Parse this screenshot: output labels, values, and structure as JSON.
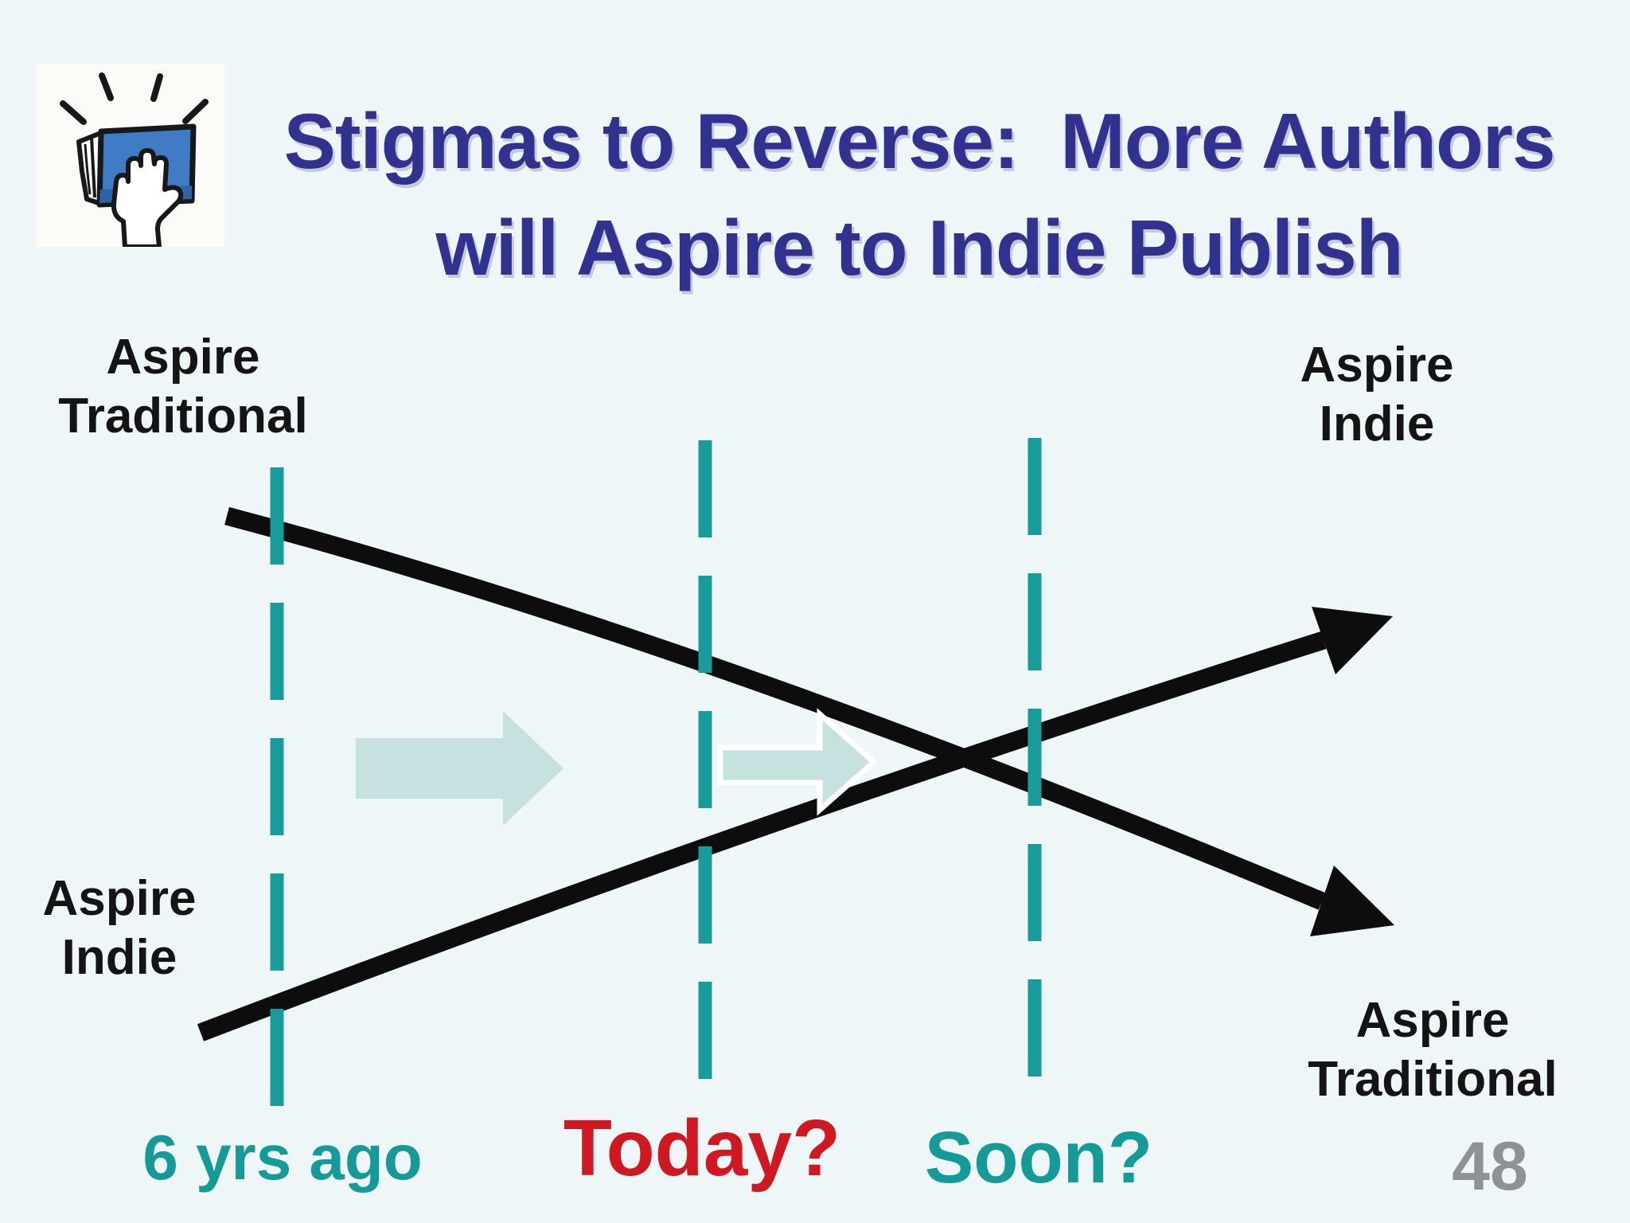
{
  "slide": {
    "title_line1": "Stigmas to Reverse:  More Authors",
    "title_line2": "will Aspire to Indie Publish",
    "page_number": "48"
  },
  "icon": {
    "name": "book-slam-clipart"
  },
  "diagram": {
    "corner_labels": {
      "top_left_line1": "Aspire",
      "top_left_line2": "Traditional",
      "top_right_line1": "Aspire",
      "top_right_line2": "Indie",
      "bottom_left_line1": "Aspire",
      "bottom_left_line2": "Indie",
      "bottom_right_line1": "Aspire",
      "bottom_right_line2": "Traditional"
    },
    "timeline": [
      {
        "label": "6 yrs ago",
        "color": "#149B97"
      },
      {
        "label": "Today?",
        "color": "#D01820"
      },
      {
        "label": "Soon?",
        "color": "#149B97"
      }
    ],
    "trends": [
      {
        "name": "aspire-traditional",
        "direction": "declining-left-to-right"
      },
      {
        "name": "aspire-indie",
        "direction": "rising-left-to-right"
      }
    ],
    "colors": {
      "background": "#EFF6F8",
      "dashed_line_teal": "#189B9B",
      "trend_line_black": "#0D0D0D",
      "block_arrow_fill": "#C6E2E0",
      "title_indigo": "#31318F",
      "label_black": "#141414",
      "today_red": "#D01820",
      "page_number_gray": "#8E9296",
      "book_blue": "#3F7CC5"
    }
  }
}
